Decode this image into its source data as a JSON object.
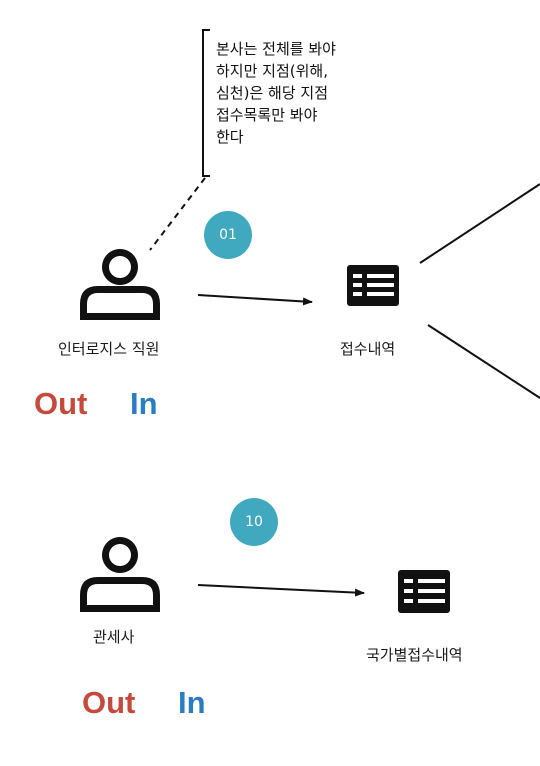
{
  "colors": {
    "badge": "#40a9bf",
    "out": "#c64a3c",
    "in": "#2a7dc3",
    "stroke": "#111111"
  },
  "note": {
    "lines": [
      "본사는 전체를 봐야",
      "하지만 지점(위해,",
      "심천)은 해당 지점",
      "접수목록만 봐야",
      "한다"
    ]
  },
  "flow1": {
    "badge": "01",
    "actor_label": "인터로지스 직원",
    "actor_icon": "user-icon",
    "target_label": "접수내역",
    "target_icon": "table-icon",
    "out_label": "Out",
    "in_label": "In"
  },
  "flow2": {
    "badge": "10",
    "actor_label": "관세사",
    "actor_icon": "user-icon",
    "target_label": "국가별접수내역",
    "target_icon": "table-icon",
    "out_label": "Out",
    "in_label": "In"
  }
}
